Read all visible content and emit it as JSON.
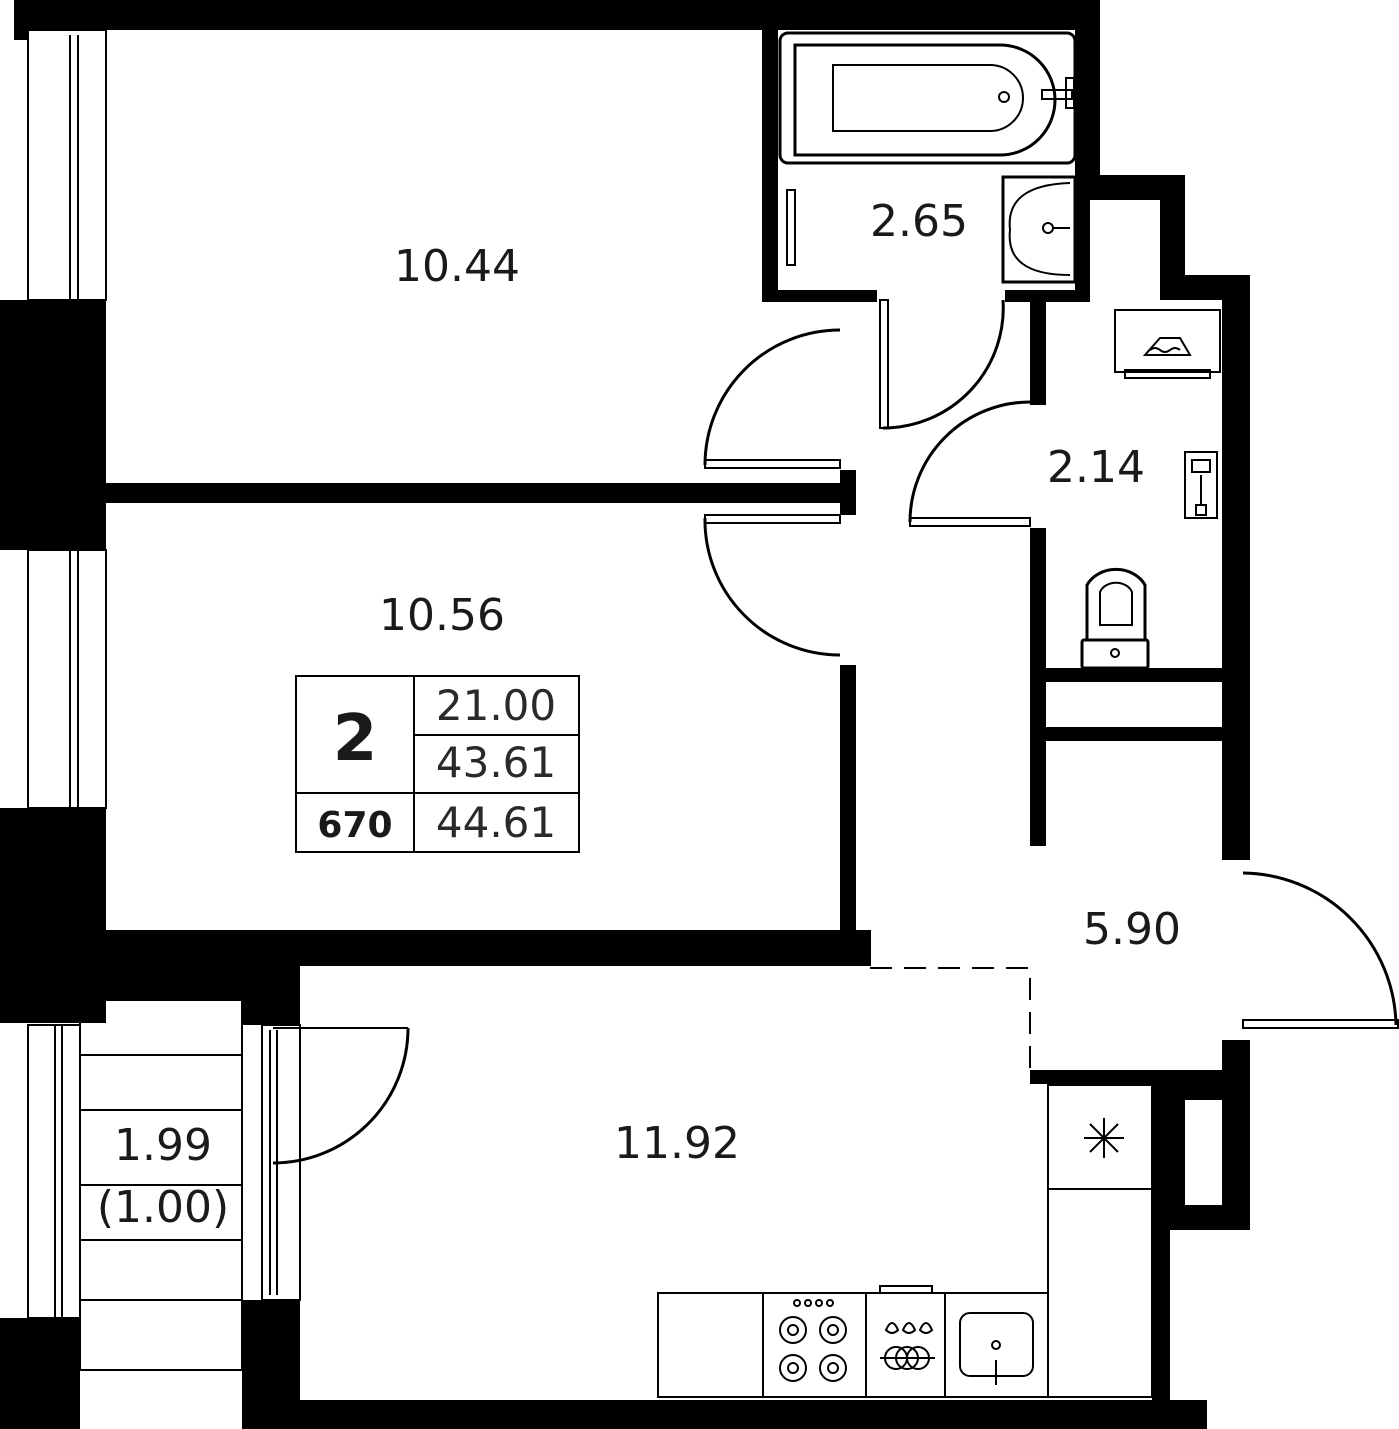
{
  "rooms": {
    "bedroom": "10.44",
    "bedroom2": "10.56",
    "bathroom": "2.65",
    "toilet": "2.14",
    "hall": "5.90",
    "kitchen": "11.92",
    "balcony_area": "1.99",
    "balcony_reduced": "(1.00)"
  },
  "info": {
    "rooms_count": "2",
    "living_area": "21.00",
    "total_area": "43.61",
    "apartment_number": "670",
    "total_with_balcony": "44.61"
  },
  "icons": [
    "bathtub-icon",
    "sink-icon",
    "washing-machine-icon",
    "boiler-icon",
    "toilet-icon",
    "fridge-icon",
    "hob-icon",
    "oven-icon",
    "kitchen-sink-icon"
  ],
  "colors": {
    "wall": "#000000",
    "background": "#ffffff"
  }
}
